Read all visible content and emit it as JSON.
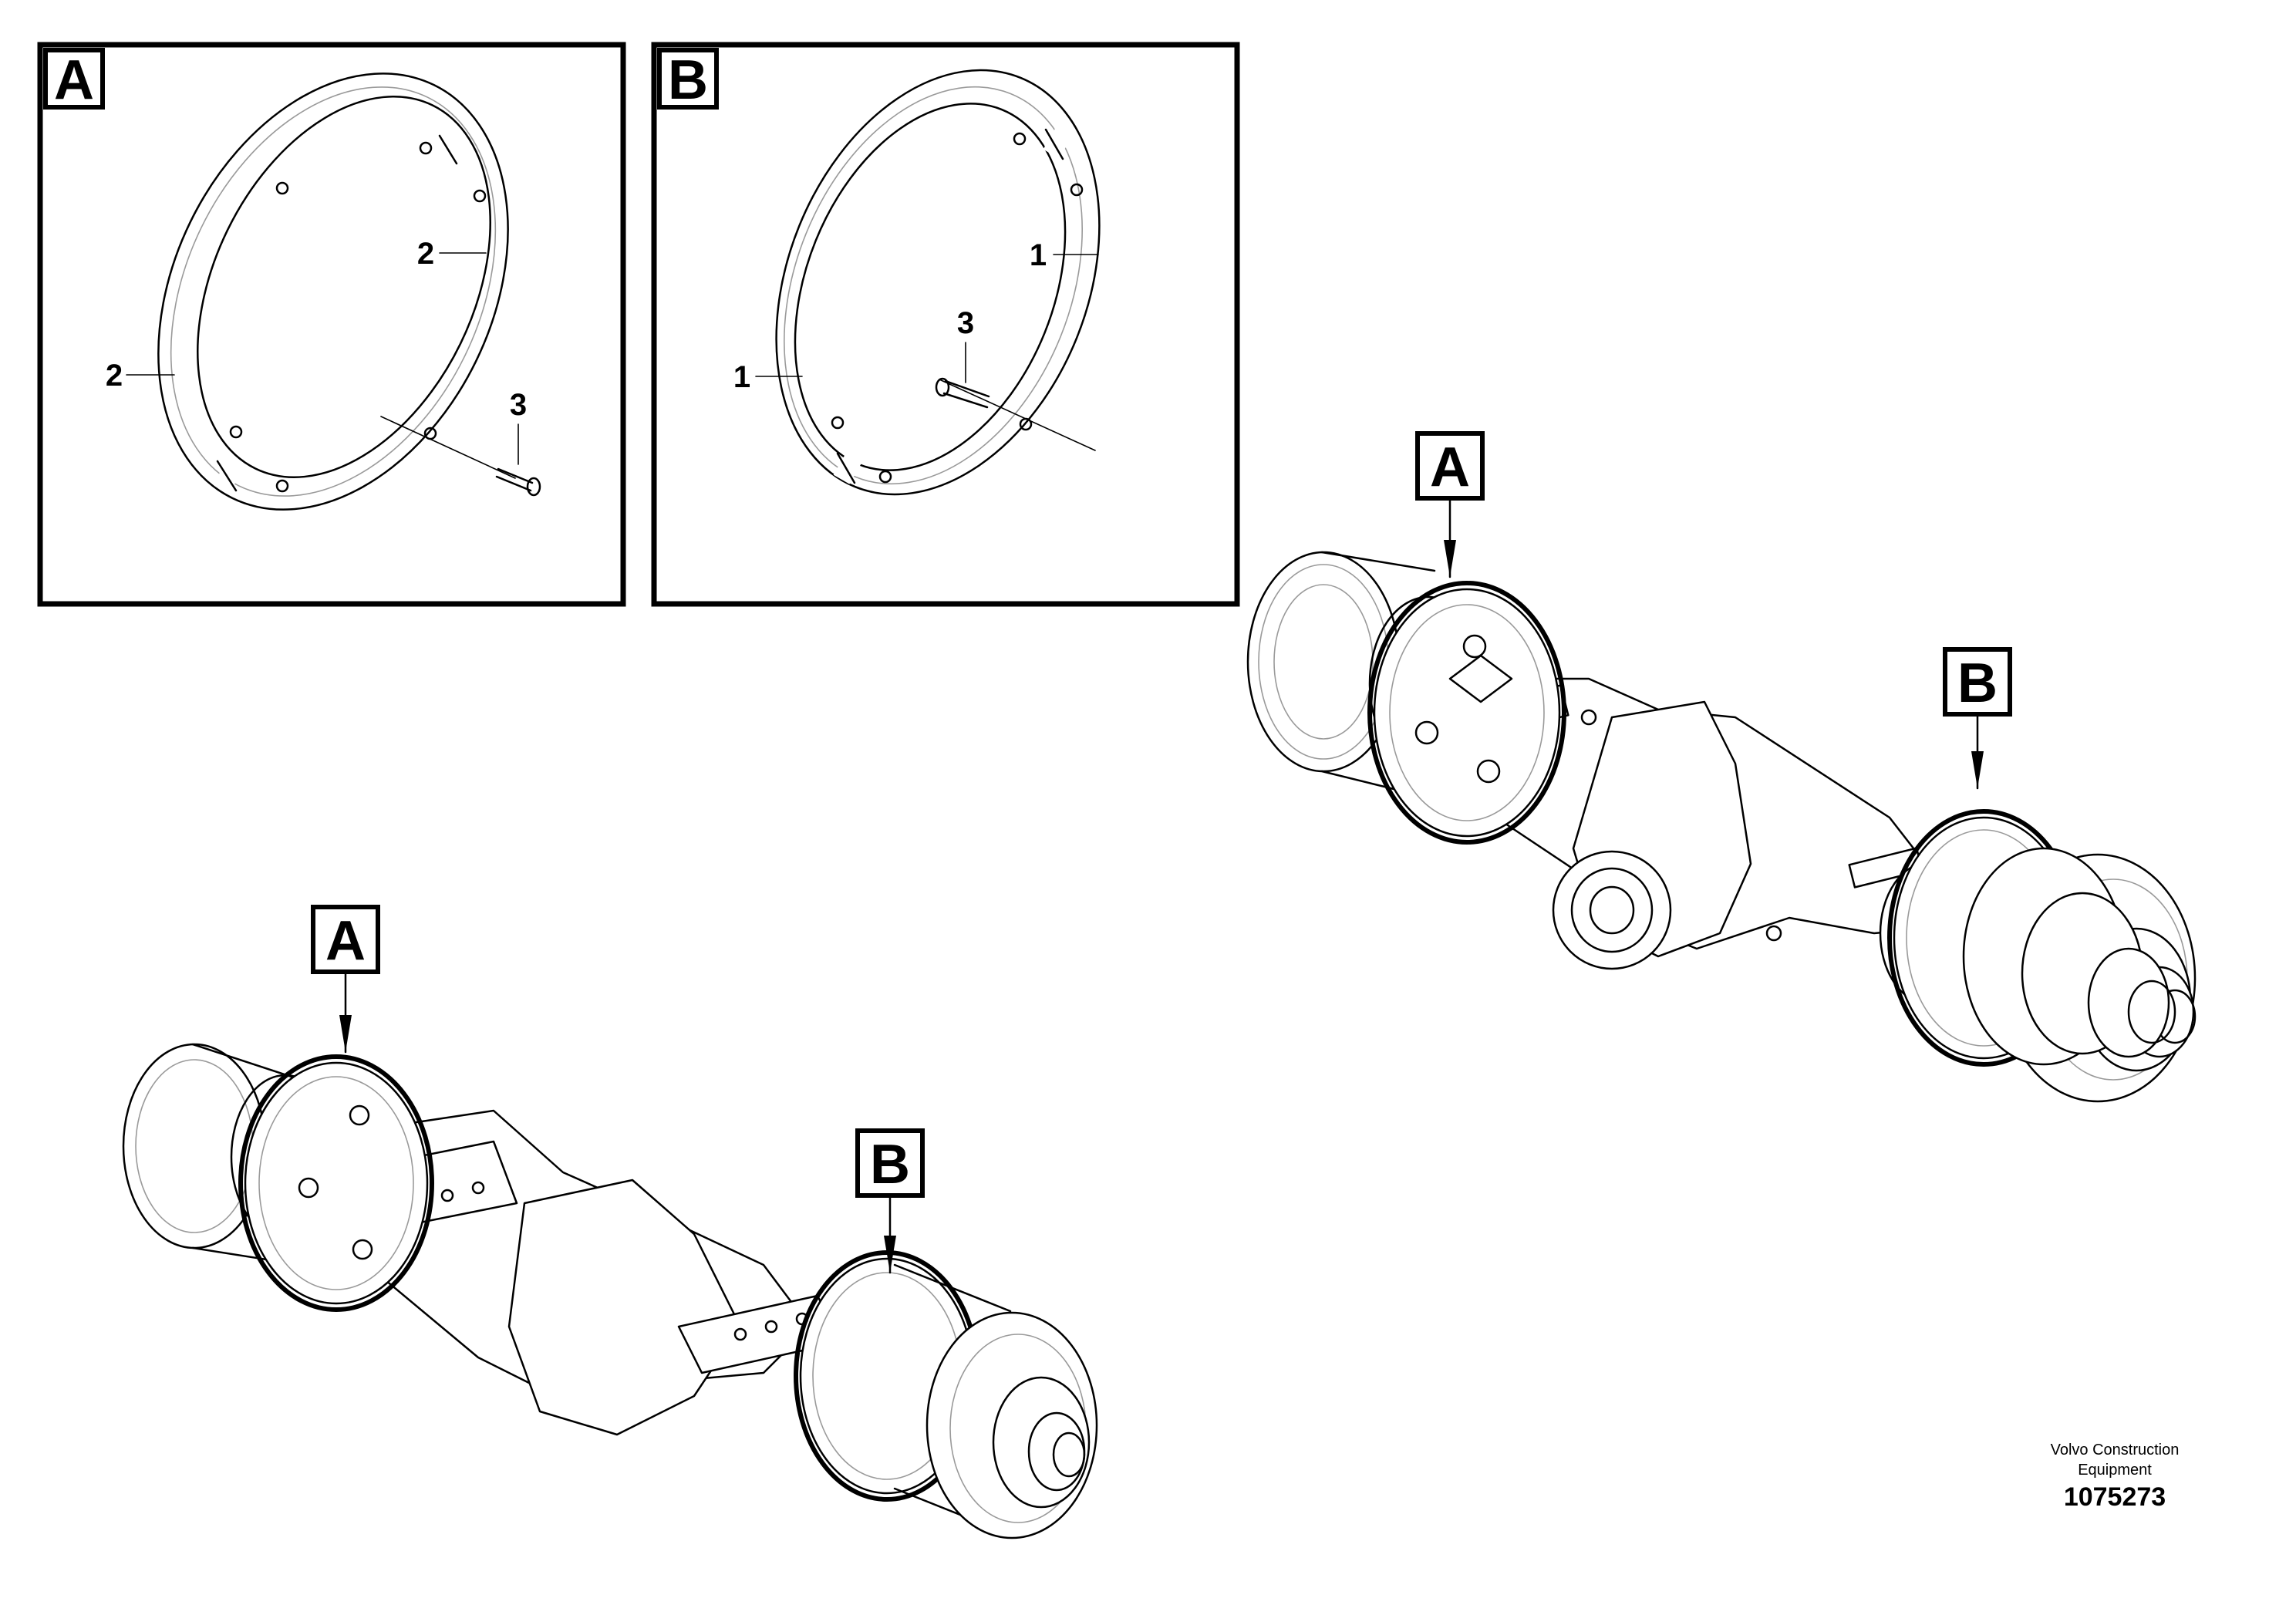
{
  "details": [
    {
      "tag": "A",
      "callouts": [
        "2",
        "2",
        "3"
      ]
    },
    {
      "tag": "B",
      "callouts": [
        "1",
        "1",
        "3"
      ]
    }
  ],
  "rear_axle": {
    "tags": [
      "A",
      "B"
    ]
  },
  "front_axle": {
    "tags": [
      "A",
      "B"
    ]
  },
  "footer": {
    "company_line1": "Volvo Construction",
    "company_line2": "Equipment",
    "drawing_number": "1075273"
  }
}
